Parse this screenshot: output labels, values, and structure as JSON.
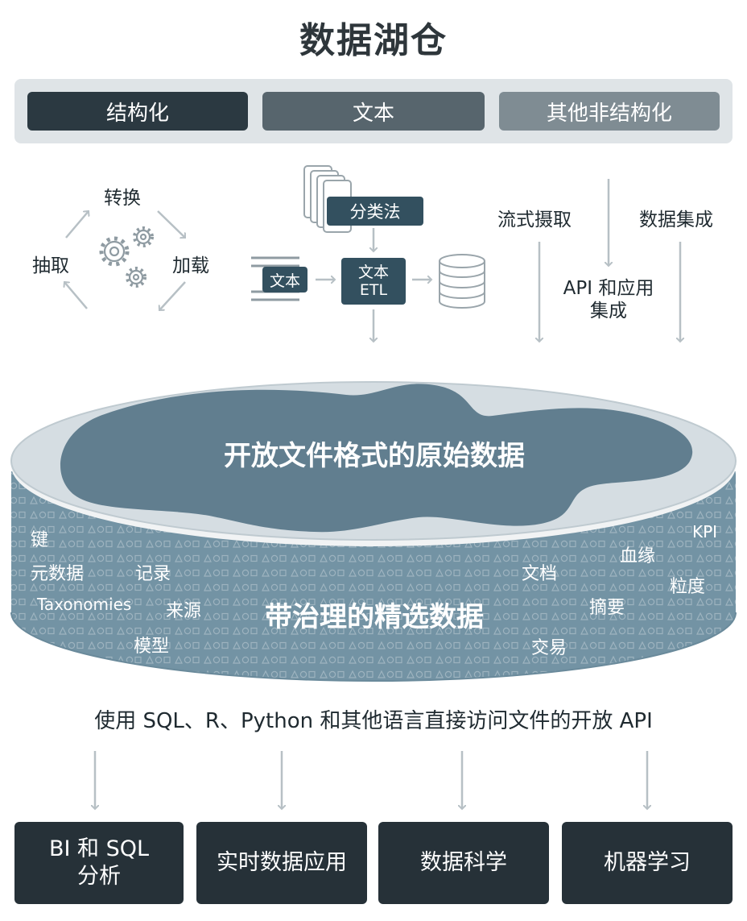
{
  "title": "数据湖仓",
  "sources": [
    "结构化",
    "文本",
    "其他非结构化"
  ],
  "etl_cycle": {
    "top": "转换",
    "left": "抽取",
    "right": "加载"
  },
  "text_pipeline": {
    "taxonomy": "分类法",
    "text_input": "文本",
    "etl_line1": "文本",
    "etl_line2": "ETL"
  },
  "streaming": {
    "ingest": "流式摄取",
    "integration": "数据集成",
    "api_line1": "API 和应用",
    "api_line2": "集成"
  },
  "lake": {
    "raw": "开放文件格式的原始数据",
    "curated": "带治理的精选数据",
    "tags_left": [
      "键",
      "元数据",
      "记录",
      "Taxonomies",
      "来源",
      "模型"
    ],
    "tags_right": [
      "KPI",
      "血缘",
      "文档",
      "粒度",
      "摘要",
      "交易"
    ]
  },
  "api_line": "使用 SQL、R、Python 和其他语言直接访问文件的开放 API",
  "outputs": [
    "BI 和 SQL\n分析",
    "实时数据应用",
    "数据科学",
    "机器学习"
  ],
  "colors": {
    "source_1": "#2b3941",
    "source_2": "#57656d",
    "source_3": "#7f8c93",
    "lake_water": "#617e8f",
    "lake_wall": "#7393a4",
    "output_box": "#263138"
  }
}
